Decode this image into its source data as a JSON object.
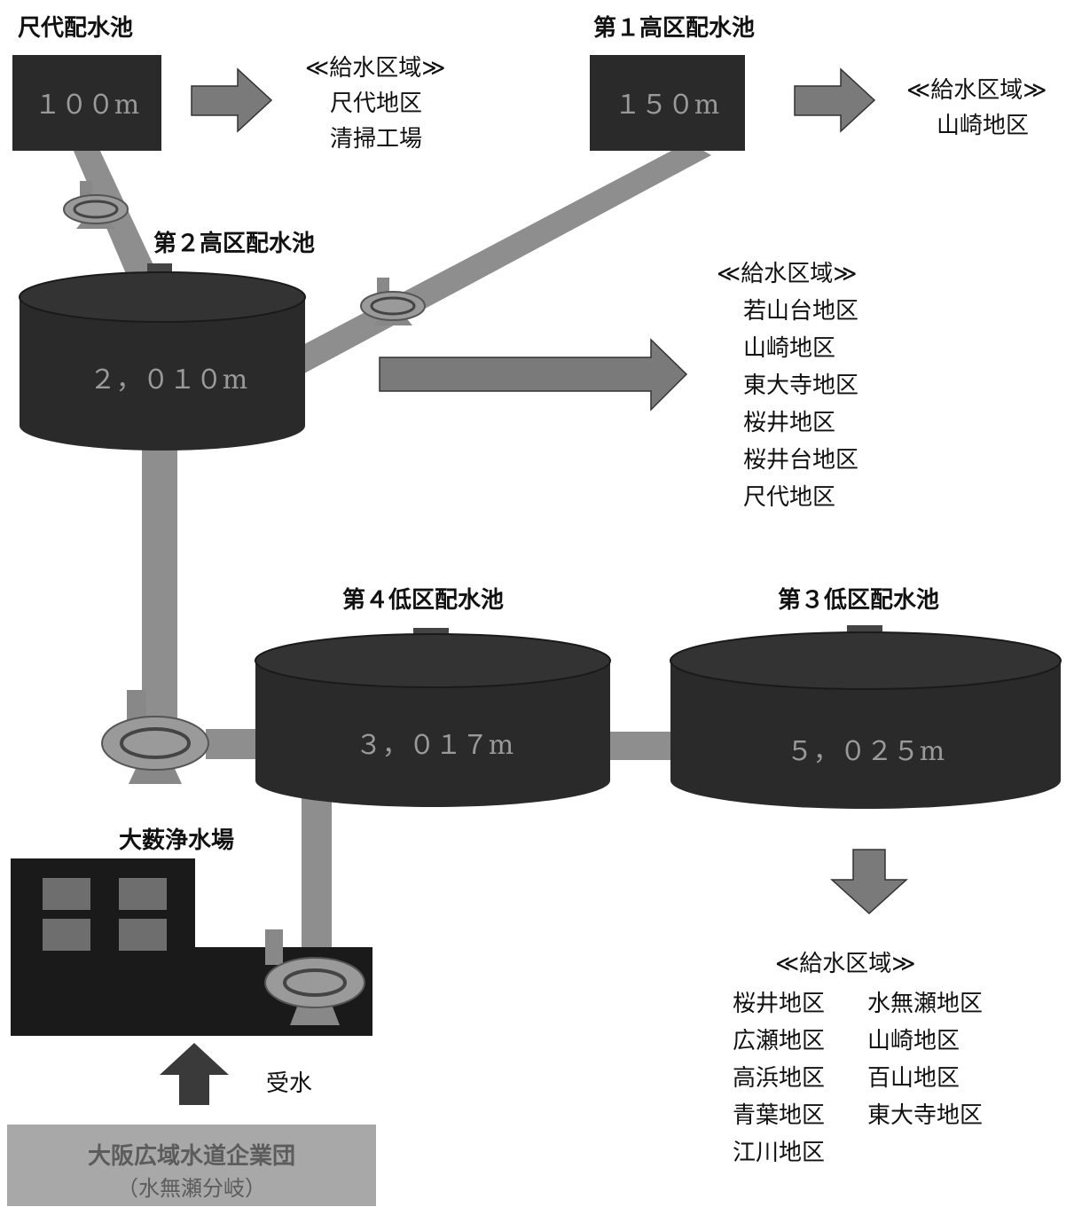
{
  "colors": {
    "tank": "#2a2a2a",
    "tank_top": "#333333",
    "pipe": "#8e8e8e",
    "arrow": "#7a7a7a",
    "arrow_dark": "#3a3a3a",
    "plant": "#1a1a1a",
    "window": "#6e6e6e",
    "source_box": "#a8a8a8",
    "text": "#111111"
  },
  "tanks": {
    "shakudai": {
      "name": "尺代配水池",
      "capacity": "１００m"
    },
    "high1": {
      "name": "第１高区配水池",
      "capacity": "１５０m"
    },
    "high2": {
      "name": "第２高区配水池",
      "capacity": "２，０１０m"
    },
    "low4": {
      "name": "第４低区配水池",
      "capacity": "３，０１７m"
    },
    "low3": {
      "name": "第３低区配水池",
      "capacity": "５，０２５m"
    }
  },
  "plant": {
    "name": "大薮浄水場"
  },
  "intake": {
    "label": "受水"
  },
  "source": {
    "line1": "大阪広域水道企業団",
    "line2": "（水無瀬分岐）"
  },
  "supply_areas": {
    "heading": "≪給水区域≫",
    "shakudai": [
      "尺代地区",
      "清掃工場"
    ],
    "high1": [
      "山崎地区"
    ],
    "high2": [
      "若山台地区",
      "山崎地区",
      "東大寺地区",
      "桜井地区",
      "桜井台地区",
      "尺代地区"
    ],
    "low3": {
      "left": [
        "桜井地区",
        "広瀬地区",
        "高浜地区",
        "青葉地区",
        "江川地区"
      ],
      "right": [
        "水無瀬地区",
        "山崎地区",
        "百山地区",
        "東大寺地区"
      ]
    }
  }
}
